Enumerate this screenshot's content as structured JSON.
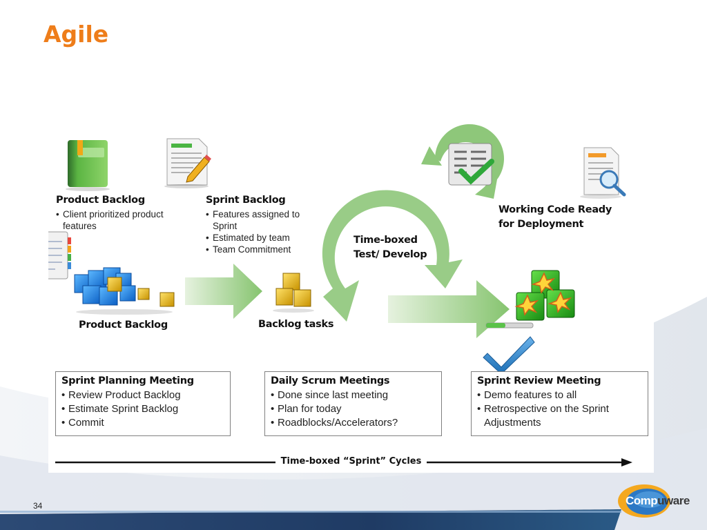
{
  "slide": {
    "title": "Agile",
    "page_number": "34"
  },
  "diagram": {
    "product_backlog_block": {
      "heading": "Product Backlog",
      "bullets": [
        "Client prioritized product features"
      ]
    },
    "sprint_backlog_block": {
      "heading": "Sprint Backlog",
      "bullets": [
        "Features assigned to Sprint",
        "Estimated by team",
        "Team Commitment"
      ]
    },
    "product_backlog_label": "Product Backlog",
    "backlog_tasks_label": "Backlog tasks",
    "time_boxed_label": [
      "Time-boxed",
      "Test/ Develop"
    ],
    "working_code_label": [
      "Working Code Ready",
      "for Deployment"
    ],
    "meetings": [
      {
        "title": "Sprint Planning Meeting",
        "bullets": [
          "Review Product Backlog",
          "Estimate Sprint Backlog",
          "Commit"
        ]
      },
      {
        "title": "Daily Scrum Meetings",
        "bullets": [
          "Done since last meeting",
          "Plan for today",
          "Roadblocks/Accelerators?"
        ]
      },
      {
        "title": "Sprint Review Meeting",
        "bullets": [
          "Demo features to all",
          "Retrospective on the Sprint Adjustments"
        ]
      }
    ],
    "timeline_label": "Time-boxed “Sprint” Cycles"
  },
  "brand": {
    "logo_text_lead": "Comp",
    "logo_text_rest": "uware",
    "accent_color": "#ee7d1a",
    "arrow_green": "#8ec77a",
    "bar_navy": "#1f3b64"
  }
}
